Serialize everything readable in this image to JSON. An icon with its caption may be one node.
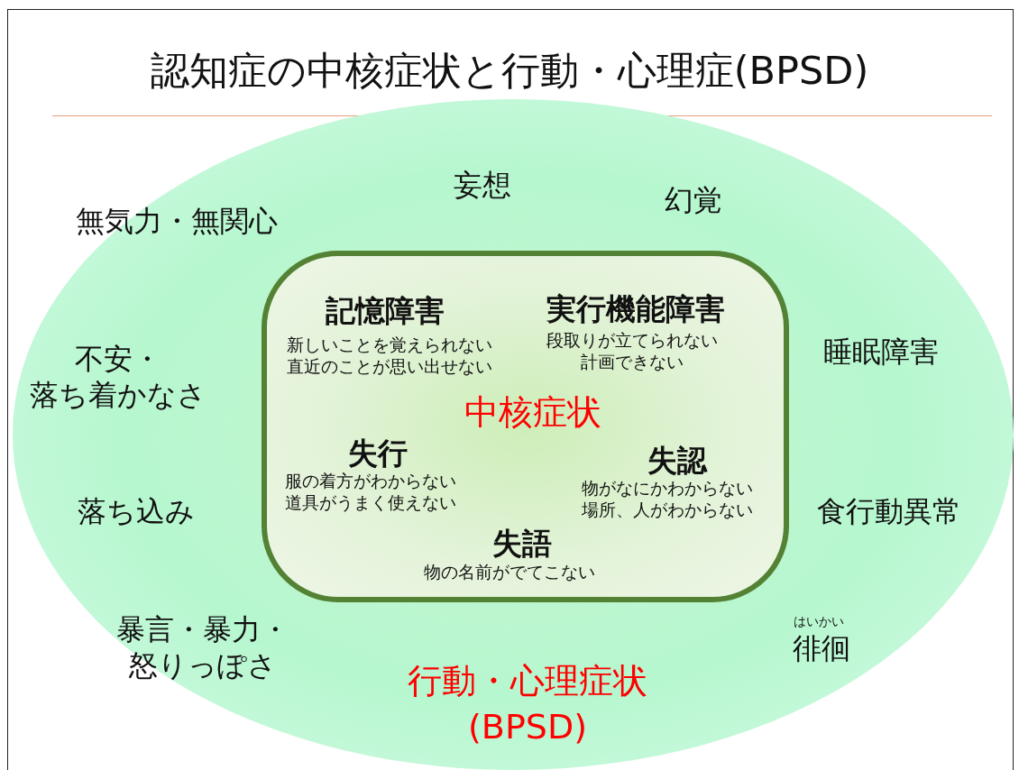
{
  "diagram": {
    "title": "認知症の中核症状と行動・心理症(BPSD)",
    "nodes": [
      {
        "text": [
          "行動・心理症状(BPSD)"
        ]
      },
      {
        "text": [
          "中核症状"
        ],
        "in": 0
      }
    ],
    "labels": [
      "妄想",
      "無気力・無関心",
      "幻覚",
      "記憶障害",
      "新しいことを覚えられない直近のことが思い出せない",
      "実行機能障害",
      "段取りが立てられない計画できない",
      "不安・落ち着かなさ",
      "睡眠障害",
      "失行",
      "服の着方がわからない道具がうまく使えない",
      "失認",
      "物がなにかわからない場所、人がわからない",
      "落ち込み",
      "食行動異常",
      "失語",
      "物の名前がでてこない",
      "はいかい",
      "暴言・暴力・怒りっぽさ",
      "徘徊"
    ]
  }
}
